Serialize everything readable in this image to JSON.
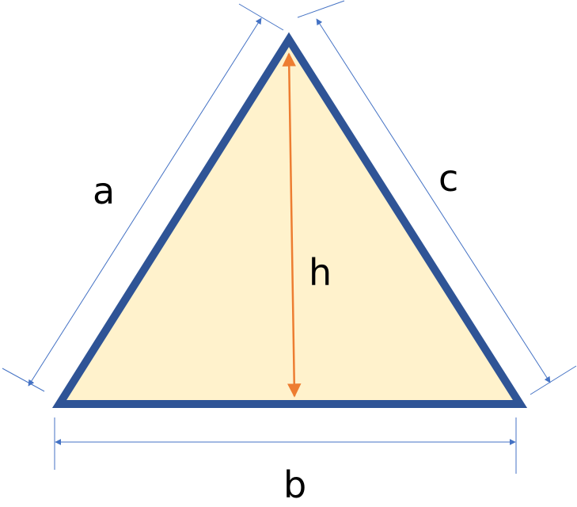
{
  "labels": {
    "side_a": "a",
    "side_b": "b",
    "side_c": "c",
    "height": "h"
  },
  "colors": {
    "triangle_fill": "#FFF2CC",
    "triangle_stroke": "#2F5496",
    "height_arrow": "#ED7D31",
    "dimension_lines": "#4472C4"
  }
}
